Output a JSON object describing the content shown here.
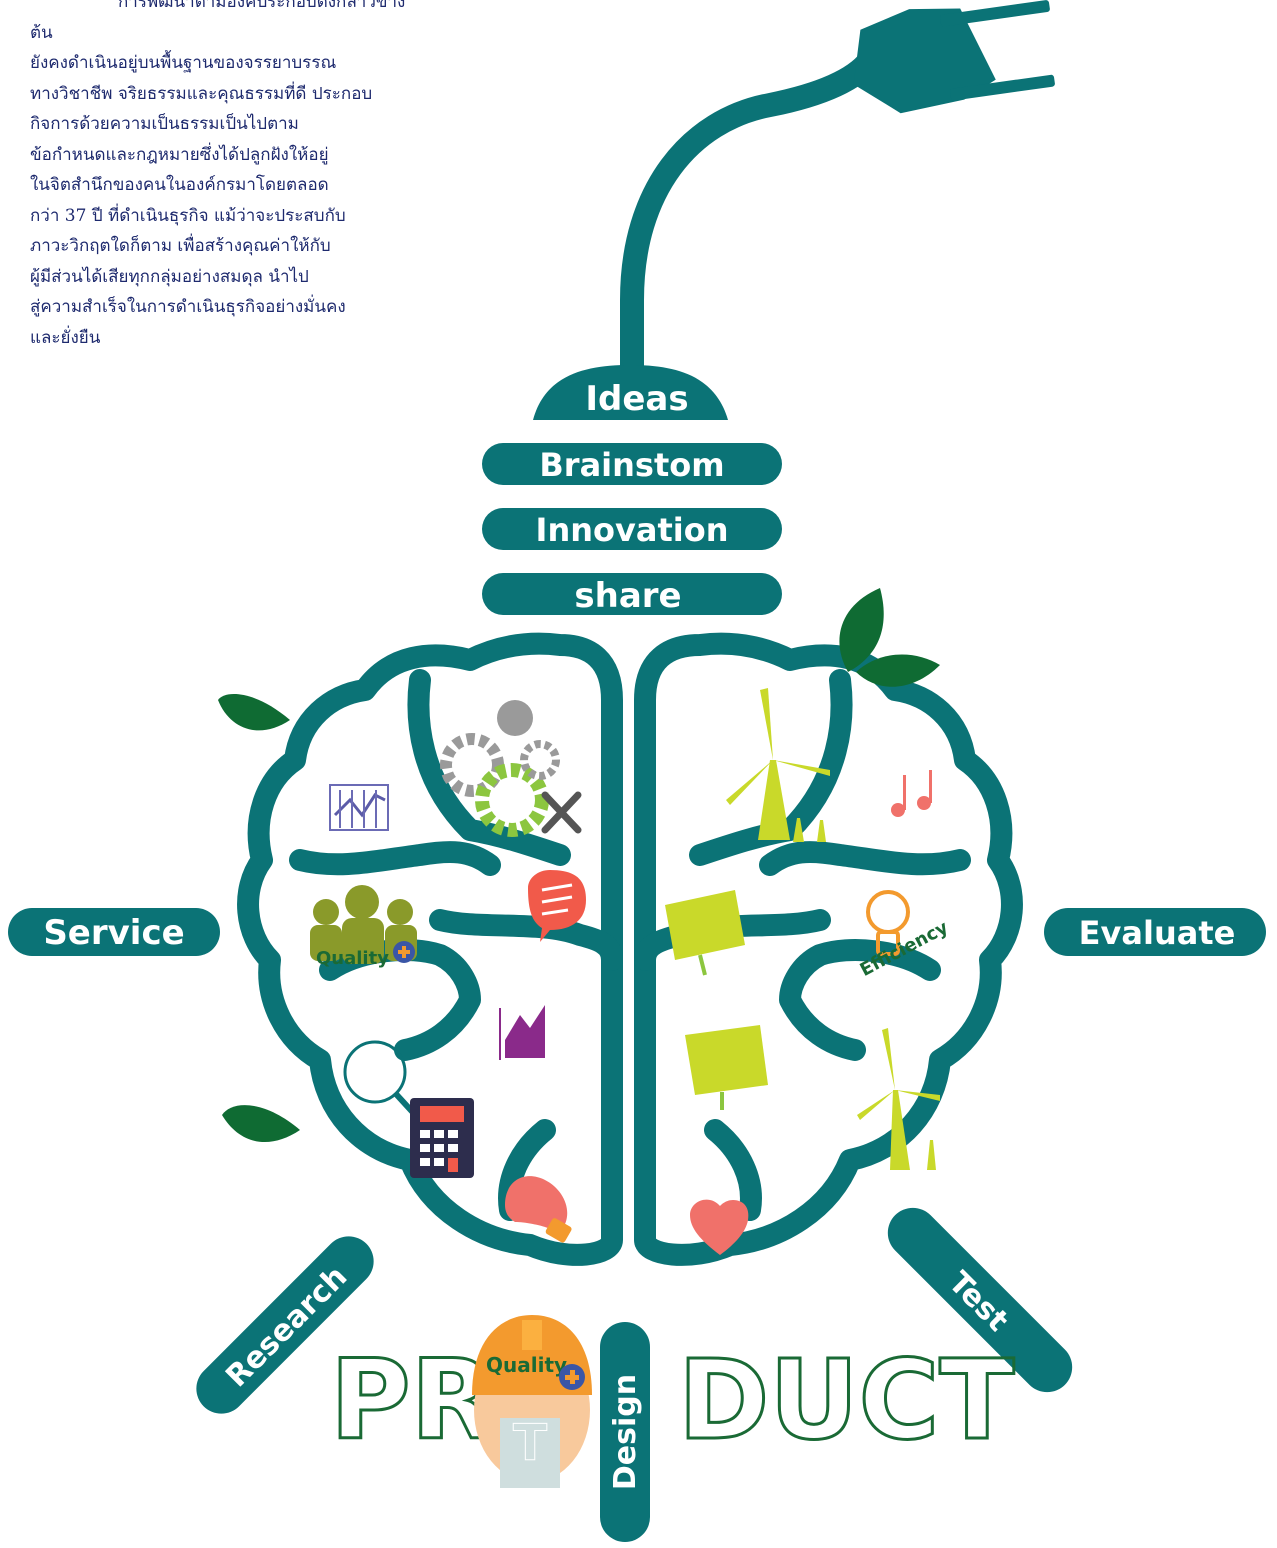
{
  "paragraph": {
    "lines": [
      "การพัฒนาตามองค์ประกอบดังกล่าวข้างต้น",
      "ยังคงดำเนินอยู่บนพื้นฐานของจรรยาบรรณ",
      "ทางวิชาชีพ จริยธรรมและคุณธรรมที่ดี ประกอบ",
      "กิจการด้วยความเป็นธรรมเป็นไปตาม",
      "ข้อกำหนดและกฎหมายซึ่งได้ปลูกฝังให้อยู่",
      "ในจิตสำนึกของคนในองค์กรมาโดยตลอด",
      "กว่า 37 ปี ที่ดำเนินธุรกิจ แม้ว่าจะประสบกับ",
      "ภาวะวิกฤตใดก็ตาม  เพื่อสร้างคุณค่าให้กับ",
      "ผู้มีส่วนได้เสียทุกกลุ่มอย่างสมดุล  นำไป",
      "สู่ความสำเร็จในการดำเนินธุรกิจอย่างมั่นคง",
      "และยั่งยืน"
    ]
  },
  "bulb_labels": {
    "ideas": "Ideas",
    "brainstorm": "Brainstom",
    "innovation": "Innovation",
    "share": "share"
  },
  "side_labels": {
    "service": "Service",
    "evaluate": "Evaluate",
    "research": "Research",
    "design": "Design",
    "test": "Test"
  },
  "badges": {
    "quality_team": "Quality",
    "quality_helmet": "Quality",
    "efficiency": "Efficiency"
  },
  "product_word": {
    "left": "PR",
    "right": "DUCT",
    "helmet_letter": "T"
  },
  "colors": {
    "teal": "#0b7376",
    "dark_green": "#1a6a35",
    "leaf_green": "#0f6b33",
    "text_navy": "#1e2a6e",
    "yellow_green": "#c9d92a",
    "coral": "#f0716a",
    "orange": "#f39a2e",
    "purple": "#8a2a8a",
    "grey": "#9a9a9a",
    "lime": "#8cc63f"
  },
  "icons": [
    "power-plug-icon",
    "gear-icon",
    "wrench-screwdriver-icon",
    "line-chart-icon",
    "team-icon",
    "chat-list-icon",
    "bar-chart-icon",
    "magnifier-icon",
    "calculator-icon",
    "light-bulb-icon",
    "wind-turbine-icon",
    "solar-panel-icon",
    "music-note-icon",
    "heart-icon",
    "leaf-icon",
    "helmet-head-icon"
  ]
}
